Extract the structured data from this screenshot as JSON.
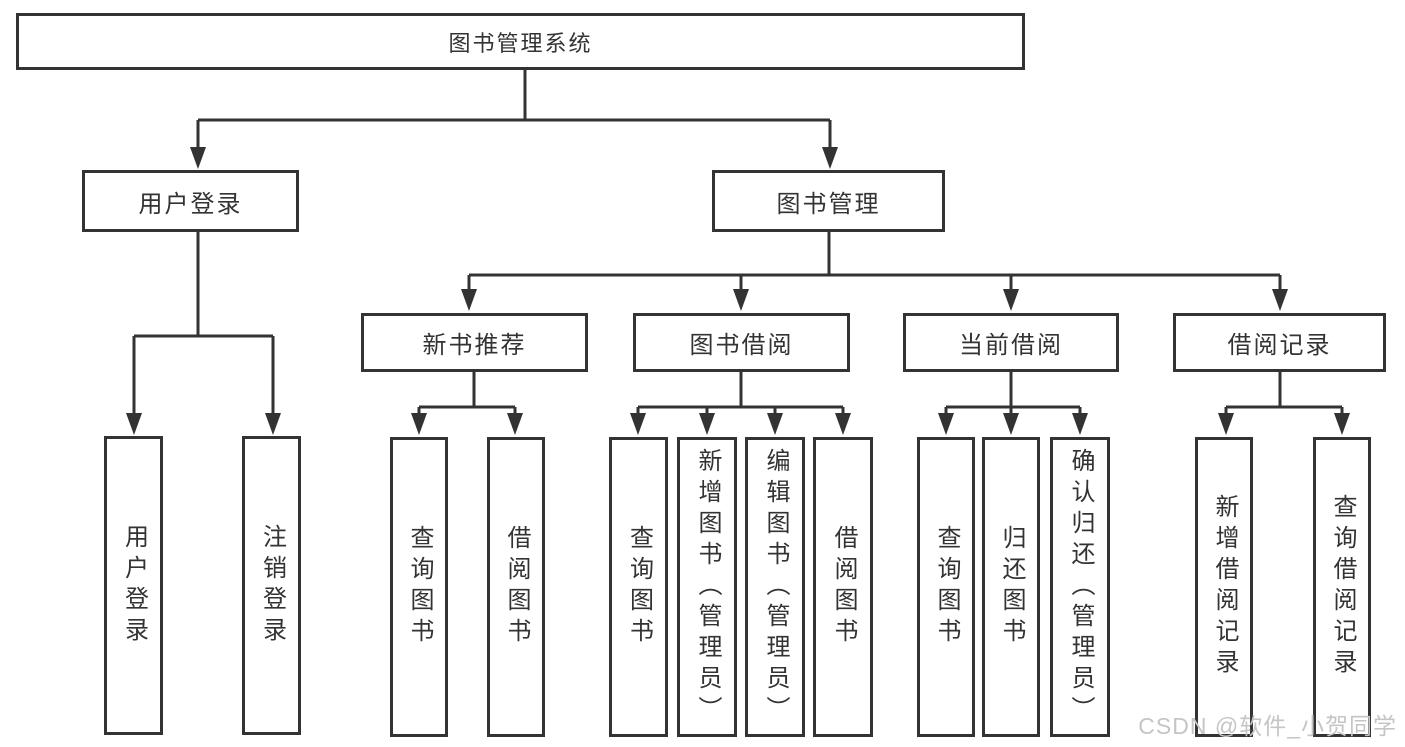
{
  "colors": {
    "line": "#333333",
    "text": "#333333",
    "box_background": "#ffffff",
    "watermark": "#c5c5c5"
  },
  "watermark": {
    "text": "CSDN @软件_小贺同学"
  },
  "tree": {
    "root": "图书管理系统",
    "branches": {
      "user_login": {
        "label": "用户登录",
        "children": {
          "login": "用户登录",
          "logout": "注销登录"
        }
      },
      "book_mgmt": {
        "label": "图书管理",
        "children": {
          "new_books": {
            "label": "新书推荐",
            "children": {
              "query": "查询图书",
              "borrow": "借阅图书"
            }
          },
          "borrowing": {
            "label": "图书借阅",
            "children": {
              "query": "查询图书",
              "add": "新增图书（管理员）",
              "edit": "编辑图书（管理员）",
              "borrow": "借阅图书"
            }
          },
          "current": {
            "label": "当前借阅",
            "children": {
              "query": "查询图书",
              "return": "归还图书",
              "confirm": "确认归还（管理员）"
            }
          },
          "records": {
            "label": "借阅记录",
            "children": {
              "add": "新增借阅记录",
              "query": "查询借阅记录"
            }
          }
        }
      }
    }
  }
}
